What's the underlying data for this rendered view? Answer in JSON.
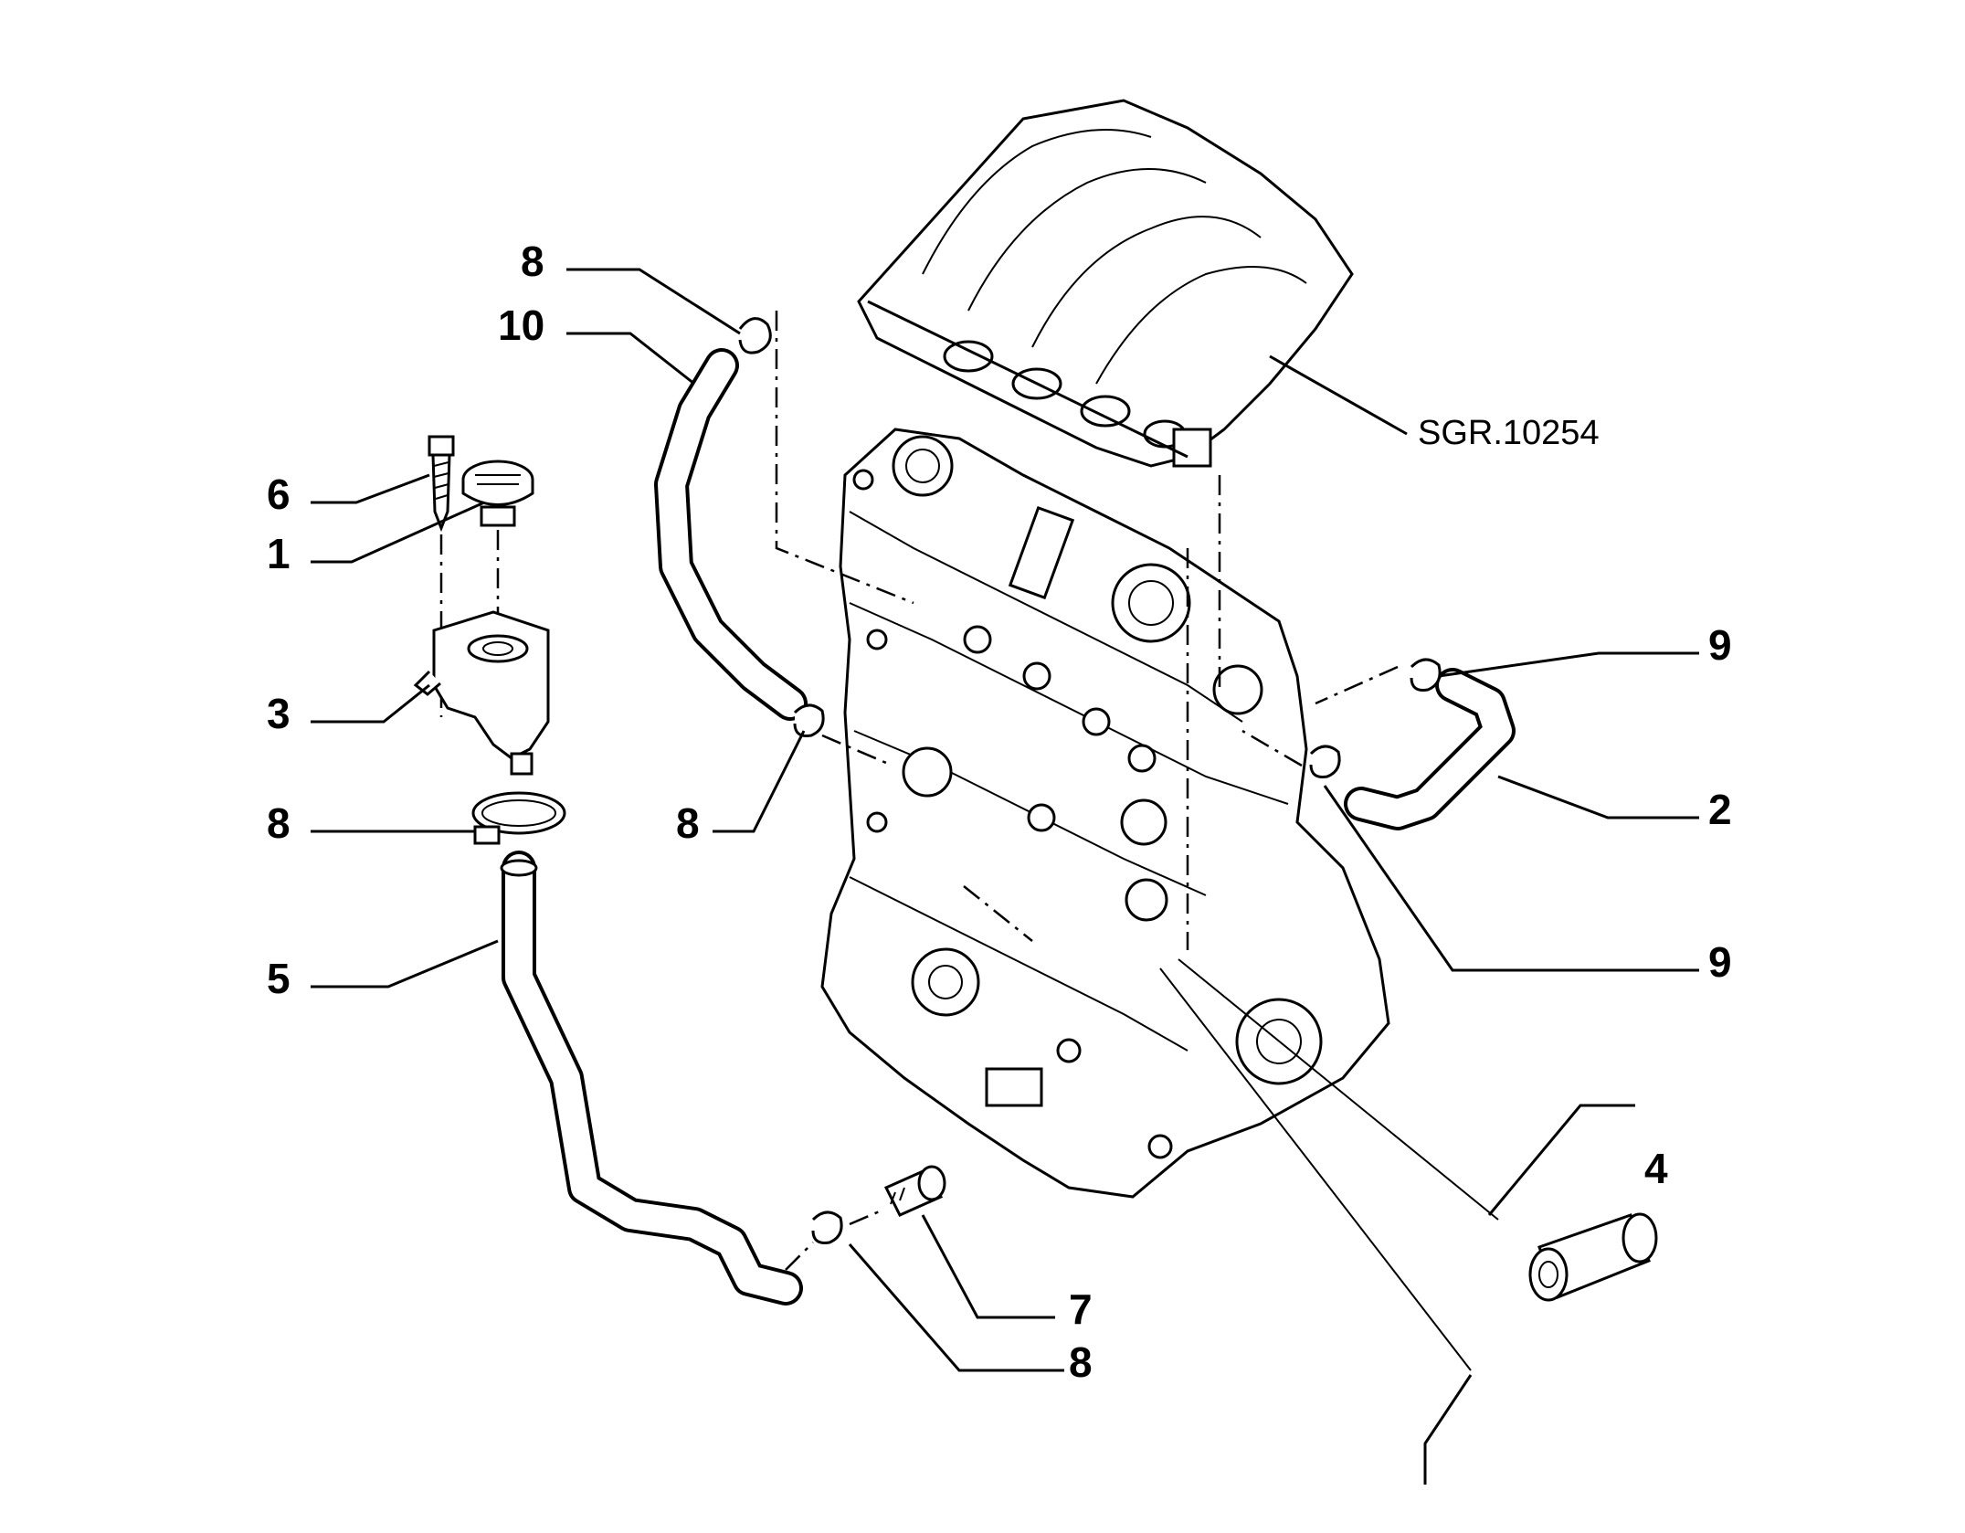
{
  "diagram": {
    "reference_code": "SGR.10254",
    "callouts": [
      {
        "id": "callout-6",
        "text": "6"
      },
      {
        "id": "callout-1",
        "text": "1"
      },
      {
        "id": "callout-3",
        "text": "3"
      },
      {
        "id": "callout-8-a",
        "text": "8"
      },
      {
        "id": "callout-5",
        "text": "5"
      },
      {
        "id": "callout-8-top",
        "text": "8"
      },
      {
        "id": "callout-10",
        "text": "10"
      },
      {
        "id": "callout-8-mid",
        "text": "8"
      },
      {
        "id": "callout-9-top",
        "text": "9"
      },
      {
        "id": "callout-2",
        "text": "2"
      },
      {
        "id": "callout-9-bottom",
        "text": "9"
      },
      {
        "id": "callout-4",
        "text": "4"
      },
      {
        "id": "callout-7",
        "text": "7"
      },
      {
        "id": "callout-8-bottom",
        "text": "8"
      }
    ]
  }
}
